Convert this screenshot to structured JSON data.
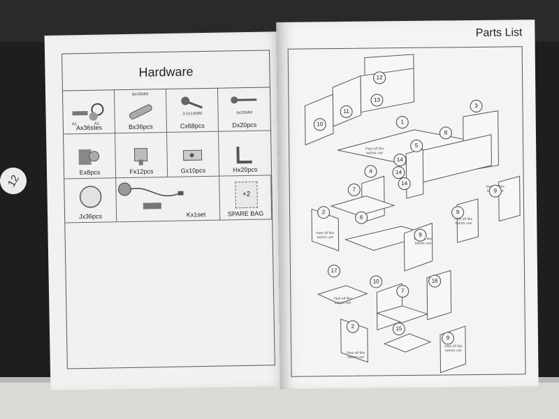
{
  "left_page": {
    "title": "Hardware",
    "items": [
      {
        "label": "Ax36stes",
        "spec": "",
        "sub_labels": [
          "A1",
          "A2"
        ],
        "icon": "cam-lock-icon"
      },
      {
        "label": "Bx36pcs",
        "spec": "8x40MM",
        "icon": "wooden-dowel-icon"
      },
      {
        "label": "Cx68pcs",
        "spec": "3.5x14MM",
        "icon": "screw-icon"
      },
      {
        "label": "Dx20pcs",
        "spec": "4x25MM",
        "icon": "long-screw-icon"
      },
      {
        "label": "Ex8pcs",
        "spec": "",
        "icon": "hinge-icon"
      },
      {
        "label": "Fx12pcs",
        "spec": "",
        "icon": "shelf-support-icon"
      },
      {
        "label": "Gx10pcs",
        "spec": "",
        "icon": "connector-block-icon"
      },
      {
        "label": "Hx20pcs",
        "spec": "",
        "icon": "angle-bracket-icon"
      },
      {
        "label": "Jx36pcs",
        "spec": "",
        "icon": "cover-cap-icon"
      },
      {
        "label": "Kx1set",
        "spec": "",
        "icon": "led-strip-remote-icon"
      },
      {
        "label": "SPARE BAG",
        "spec": "",
        "bag_text": "+2",
        "icon": "spare-bag-icon"
      }
    ]
  },
  "right_page": {
    "title": "Parts List",
    "peel_note": "Peel off film before use",
    "part_numbers": [
      "12",
      "11",
      "13",
      "10",
      "1",
      "3",
      "8",
      "5",
      "14",
      "14",
      "14",
      "4",
      "7",
      "9",
      "9",
      "2",
      "6",
      "9",
      "17",
      "10",
      "7",
      "16",
      "2",
      "15",
      "9"
    ]
  },
  "side_label": "12"
}
